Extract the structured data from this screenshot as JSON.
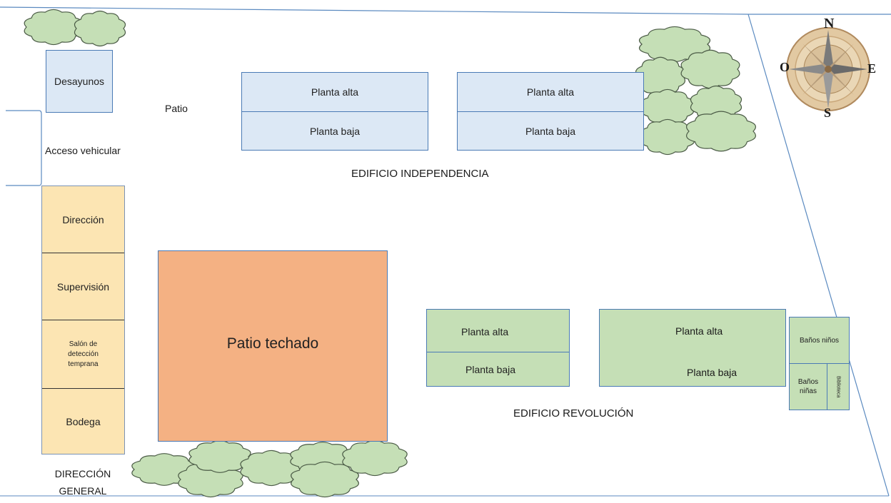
{
  "labels": {
    "desayunos": "Desayunos",
    "patio": "Patio",
    "acceso": "Acceso vehicular",
    "direccion": "Dirección",
    "supervision": "Supervisión",
    "salon": "Salón de detección temprana",
    "bodega": "Bodega",
    "direccion_general": "DIRECCIÓN GENERAL",
    "patio_techado": "Patio techado",
    "edificio_independencia": "EDIFICIO INDEPENDENCIA",
    "edificio_revolucion": "EDIFICIO REVOLUCIÓN",
    "planta_alta": "Planta alta",
    "planta_baja": "Planta baja",
    "banos_ninos": "Baños niños",
    "banos_ninas": "Baños niñas",
    "biblioteca": "Biblioteca"
  },
  "compass": {
    "n": "N",
    "s": "S",
    "e": "E",
    "o": "O"
  },
  "colors": {
    "building_blue": "#dce8f5",
    "building_cream": "#fce5b3",
    "building_green": "#c5dfb6",
    "patio_orange": "#f4b183",
    "tree_green": "#c5dfb6",
    "outline": "#4a7ab5"
  }
}
